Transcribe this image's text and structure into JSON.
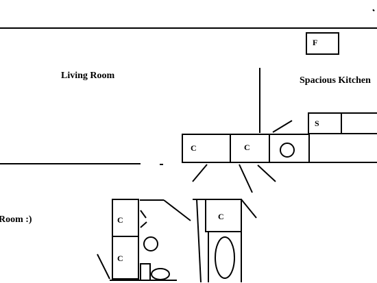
{
  "rooms": {
    "living_room": "Living Room",
    "kitchen": "Spacious Kitchen",
    "bottom_left": "Room :)"
  },
  "fixtures": {
    "fridge": "F",
    "stove": "S",
    "cabinet": "C"
  },
  "colors": {
    "ink": "#000000",
    "paper": "#ffffff"
  }
}
